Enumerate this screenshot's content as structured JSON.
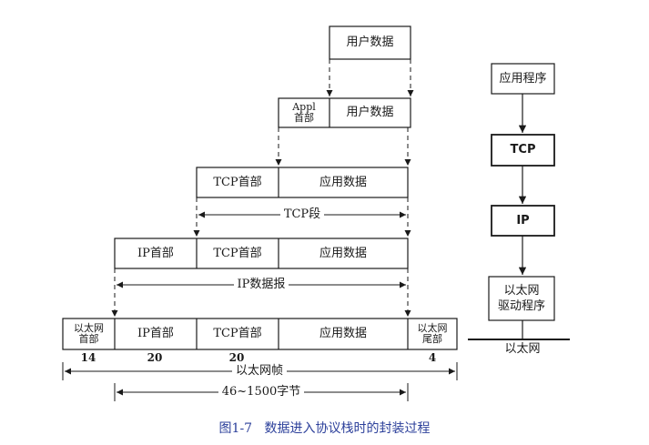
{
  "colors": {
    "line": "#1a1a1a",
    "caption": "#2b3f9a"
  },
  "layer_user": {
    "user_data": "用户数据"
  },
  "layer_appl": {
    "header_line1": "Appl",
    "header_line2": "首部",
    "user_data": "用户数据"
  },
  "layer_tcp": {
    "tcp_header": "TCP首部",
    "app_data": "应用数据",
    "segment_label": "TCP段"
  },
  "layer_ip": {
    "ip_header": "IP首部",
    "tcp_header": "TCP首部",
    "app_data": "应用数据",
    "datagram_label": "IP数据报"
  },
  "layer_eth": {
    "eth_header_line1": "以太网",
    "eth_header_line2": "首部",
    "ip_header": "IP首部",
    "tcp_header": "TCP首部",
    "app_data": "应用数据",
    "eth_trailer_line1": "以太网",
    "eth_trailer_line2": "尾部",
    "size_eth_header": "14",
    "size_ip_header": "20",
    "size_tcp_header": "20",
    "size_trailer": "4",
    "frame_label": "以太网帧",
    "payload_label": "46~1500字节"
  },
  "stack": {
    "application": "应用程序",
    "tcp": "TCP",
    "ip": "IP",
    "driver_line1": "以太网",
    "driver_line2": "驱动程序",
    "network": "以太网"
  },
  "caption": "图1-7   数据进入协议栈时的封装过程"
}
